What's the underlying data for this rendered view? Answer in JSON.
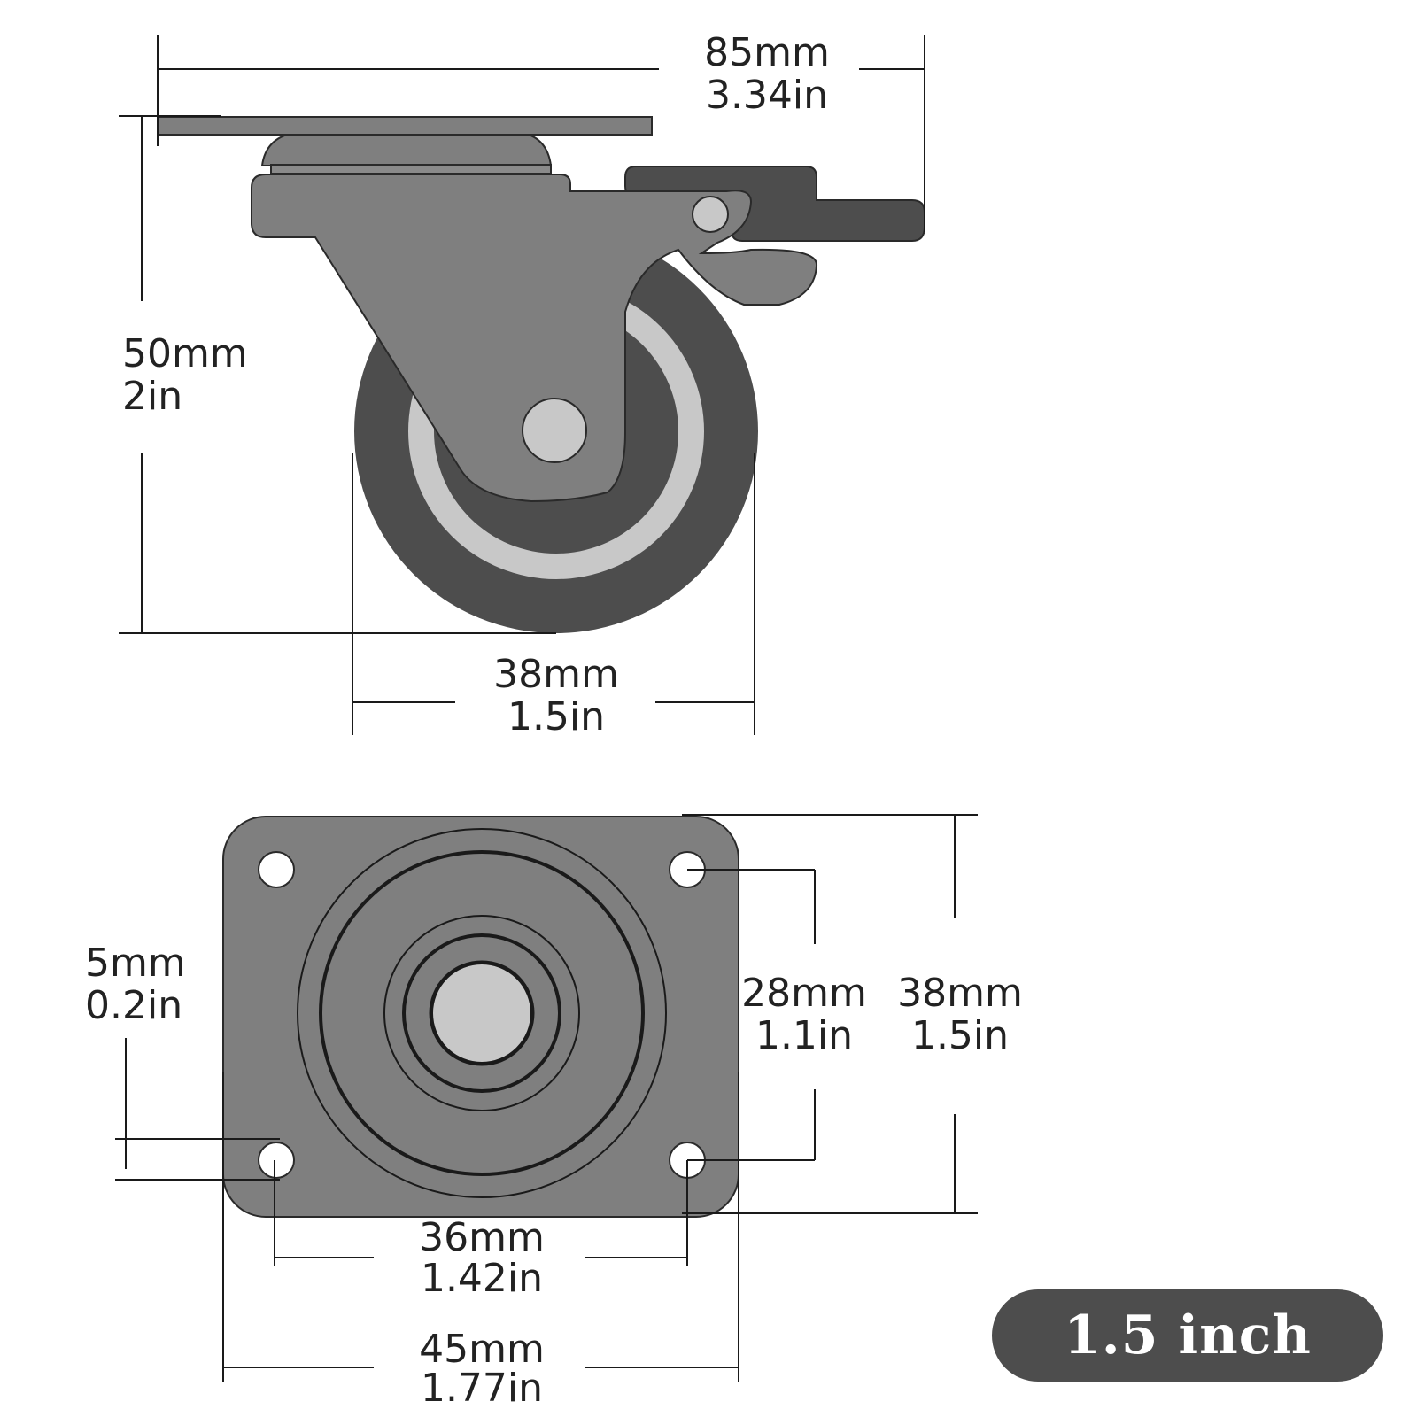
{
  "colors": {
    "wheel_tread": "#4d4d4d",
    "wheel_hub": "#c8c8c8",
    "metal_body": "#7f7f7f",
    "brake_pedal": "#4d4d4d",
    "badge_bg": "#4d4d4d",
    "badge_text": "#ffffff",
    "lines": "#1a1a1a"
  },
  "side_view": {
    "overall_length": {
      "mm": "85mm",
      "in": "3.34in"
    },
    "height": {
      "mm": "50mm",
      "in": "2in"
    },
    "wheel_diameter": {
      "mm": "38mm",
      "in": "1.5in"
    }
  },
  "top_plate_view": {
    "hole_diameter": {
      "mm": "5mm",
      "in": "0.2in"
    },
    "hole_spacing_vertical": {
      "mm": "28mm",
      "in": "1.1in"
    },
    "plate_height": {
      "mm": "38mm",
      "in": "1.5in"
    },
    "hole_spacing_horizontal": {
      "mm": "36mm",
      "in": "1.42in"
    },
    "plate_width": {
      "mm": "45mm",
      "in": "1.77in"
    }
  },
  "badge": {
    "label": "1.5 inch"
  }
}
